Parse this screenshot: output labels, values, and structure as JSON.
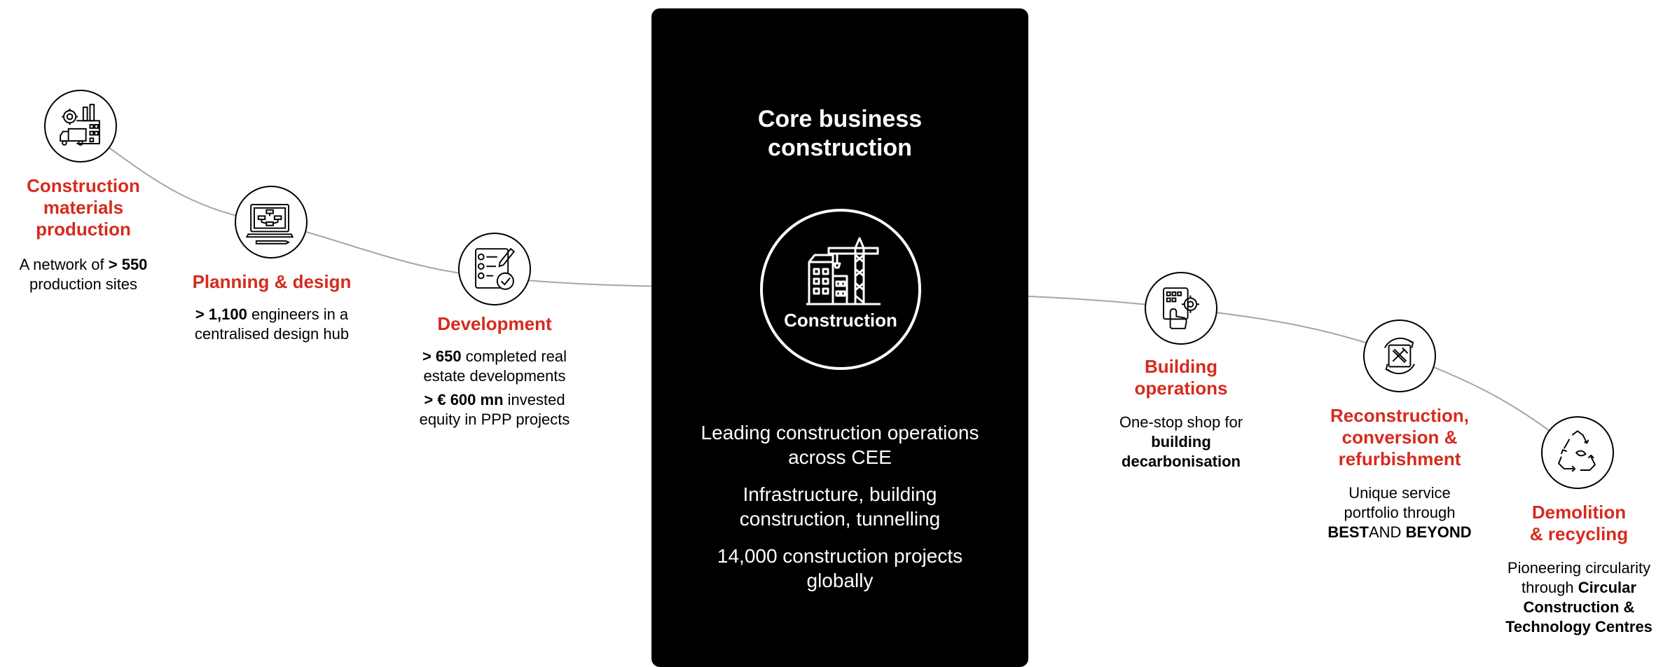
{
  "core": {
    "title_line1": "Core business",
    "title_line2": "construction",
    "circle_label": "Construction",
    "points": [
      {
        "line1": "Leading construction operations",
        "line2": "across CEE"
      },
      {
        "line1": "Infrastructure, building",
        "line2": "construction, tunnelling"
      },
      {
        "line1": "14,000 construction projects",
        "line2": "globally"
      }
    ]
  },
  "stages": {
    "materials": {
      "icon": "factory-truck-icon",
      "title": [
        "Construction",
        "materials",
        "production"
      ],
      "desc_pre": "A network of ",
      "desc_bold": "> 550",
      "desc_line2": "production sites"
    },
    "planning": {
      "icon": "blueprint-monitor-icon",
      "title": "Planning & design",
      "desc_bold": "> 1,100",
      "desc_rest": " engineers in a",
      "desc_line2": "centralised design hub"
    },
    "development": {
      "icon": "checklist-icon",
      "title": "Development",
      "p1_bold": "> 650",
      "p1_rest": " completed real",
      "p1_line2": "estate developments",
      "p2_bold": "> € 600 mn",
      "p2_rest": " invested",
      "p2_line2": "equity in PPP projects"
    },
    "operations": {
      "icon": "smart-building-gear-icon",
      "title": [
        "Building",
        "operations"
      ],
      "desc_line1": "One-stop shop for",
      "desc_bold1": "building",
      "desc_bold2": "decarbonisation"
    },
    "reconstruction": {
      "icon": "tools-recycle-icon",
      "title": [
        "Reconstruction,",
        "conversion &",
        "refurbishment"
      ],
      "desc_line1": "Unique service",
      "desc_line2": "portfolio through",
      "desc_bold_a": "BEST",
      "desc_mid": "AND ",
      "desc_bold_b": "BEYOND"
    },
    "demolition": {
      "icon": "recycling-icon",
      "title": [
        "Demolition",
        "& recycling"
      ],
      "desc_line1": "Pioneering circularity",
      "desc_pre2": "through ",
      "desc_bold2": "Circular",
      "desc_bold3": "Construction &",
      "desc_bold4": "Technology Centres"
    }
  },
  "colors": {
    "accent": "#d52b1e",
    "panel": "#000000",
    "connector": "#a6a6a6"
  }
}
